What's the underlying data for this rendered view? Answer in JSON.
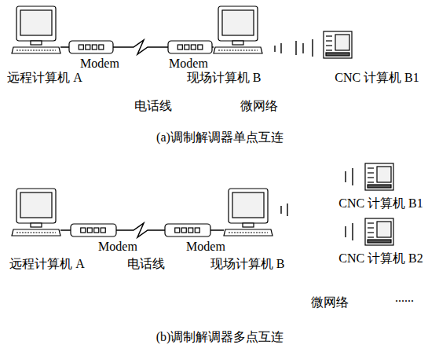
{
  "diagram": {
    "nodes": [
      {
        "text": [
          "远程计算机 A"
        ]
      },
      {
        "text": [
          "Modem"
        ]
      },
      {
        "text": [
          "Modem"
        ]
      },
      {
        "text": [
          "现场计算机 B"
        ]
      },
      {
        "text": [
          "CNC 计算机 B1"
        ]
      },
      {
        "text": [
          "远程计算机 A"
        ]
      },
      {
        "text": [
          "Modem"
        ]
      },
      {
        "text": [
          "Modem"
        ]
      },
      {
        "text": [
          "现场计算机 B"
        ]
      },
      {
        "text": [
          "CNC 计算机 B1"
        ]
      },
      {
        "text": [
          "CNC 计算机 B2"
        ]
      }
    ],
    "edges": [
      {
        "from": 0,
        "to": 1,
        "arrow": "none"
      },
      {
        "from": 1,
        "to": 2,
        "arrow": "none"
      },
      {
        "from": 2,
        "to": 3,
        "arrow": "none"
      },
      {
        "from": 5,
        "to": 6,
        "arrow": "none"
      },
      {
        "from": 6,
        "to": 7,
        "arrow": "none"
      },
      {
        "from": 7,
        "to": 8,
        "arrow": "none"
      }
    ],
    "labels": [
      "电话线",
      "微网络",
      "(a)调制解调器单点互连",
      "电话线",
      "微网络",
      "......",
      "(b)调制解调器多点互连"
    ]
  }
}
